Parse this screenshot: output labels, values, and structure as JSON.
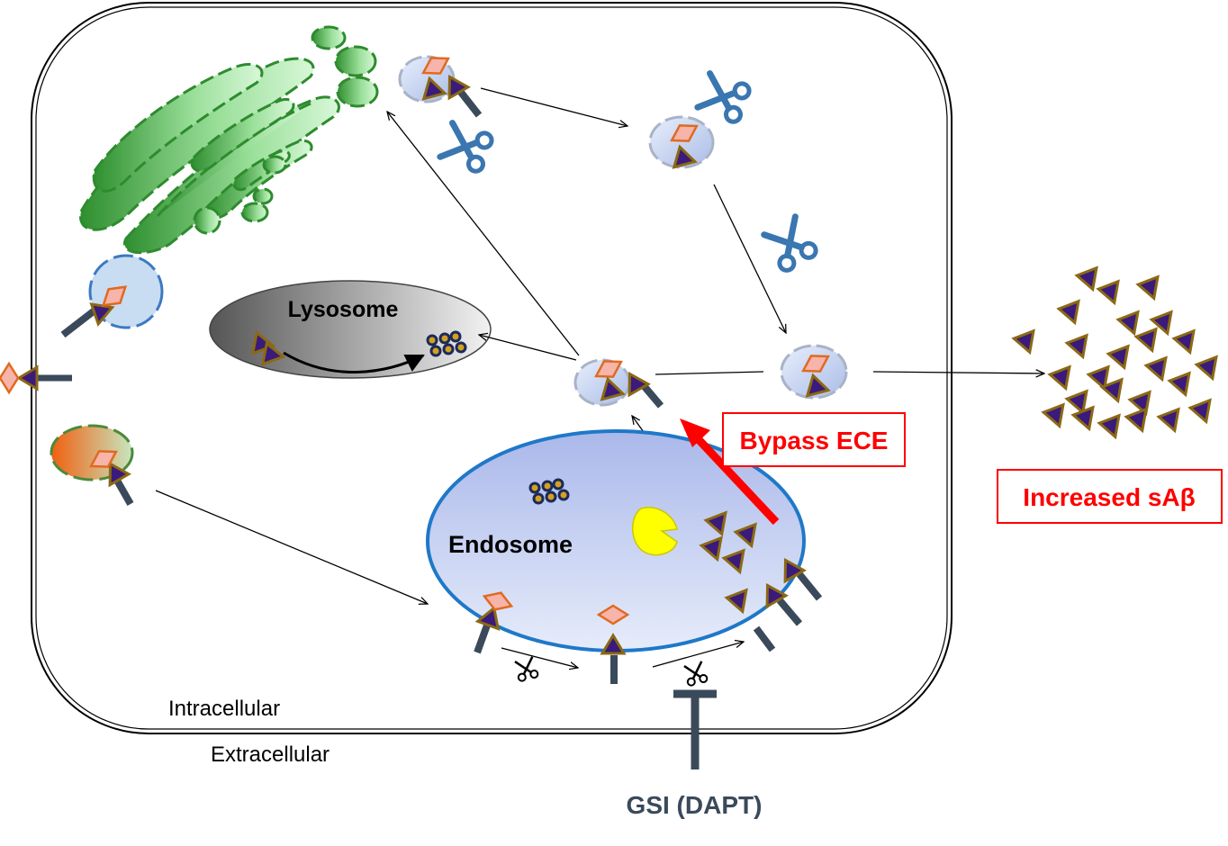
{
  "labels": {
    "lysosome": "Lysosome",
    "endosome": "Endosome",
    "bypass": "Bypass ECE",
    "increased": "Increased sAβ",
    "intracellular": "Intracellular",
    "extracellular": "Extracellular",
    "gsi": "GSI (DAPT)"
  },
  "colors": {
    "golgi_dark": "#2e8b2e",
    "golgi_light": "#c8f0c8",
    "vesicle_fill": "#c9d6f0",
    "endosome_border": "#1f78c8",
    "lysosome_dark": "#555555",
    "highlight_red": "#ff0000",
    "abeta_fill": "#3a1a7a",
    "abeta_border": "#8b6914",
    "domain_pink": "#f4a8a0",
    "domain_orange": "#e86020",
    "stalk": "#3a4a5a",
    "scissors_blue": "#3a76b0"
  },
  "icons": [
    "scissors-icon",
    "abeta-triangle-icon",
    "app-fragment-icon",
    "enzyme-icon"
  ]
}
